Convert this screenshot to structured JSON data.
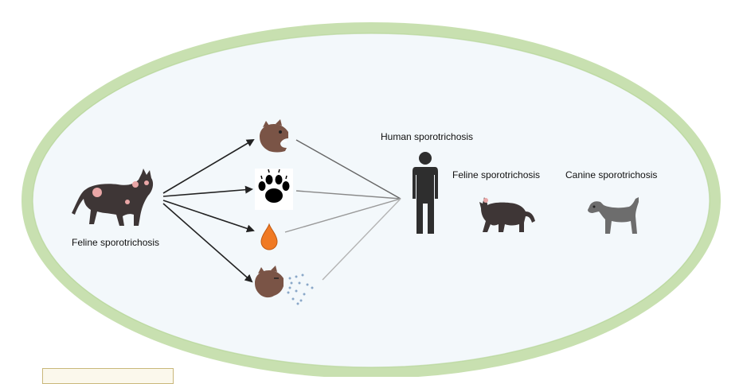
{
  "labels": {
    "feline_left": "Feline sporotrichosis",
    "human": "Human sporotrichosis",
    "feline_right": "Feline sporotrichosis",
    "canine": "Canine sporotrichosis"
  },
  "icons": {
    "source_cat": "sick-cat-icon",
    "bite": "cat-bite-icon",
    "scratch": "paw-print-icon",
    "exudate": "drop-icon",
    "aerosol": "cat-sneeze-icon",
    "human": "human-silhouette-icon",
    "feline_host": "cat-icon",
    "canine_host": "dog-icon"
  },
  "colors": {
    "ellipse_ring": "#c8e0b0",
    "ellipse_fill": "#f3f8fb",
    "cat_body": "#3e3636",
    "lesion": "#e9a6a6",
    "cat_head_brown": "#7a5446",
    "drop": "#f07a24",
    "human": "#2e2e2e",
    "dog": "#6d6d6d"
  }
}
